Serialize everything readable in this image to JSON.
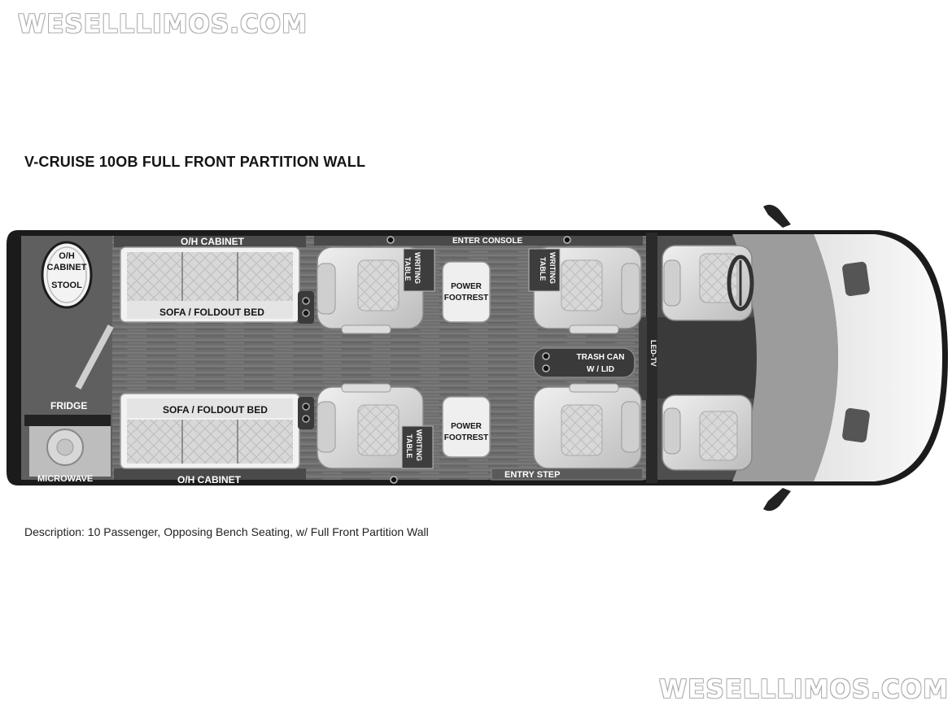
{
  "watermark": "WESELLLIMOS.COM",
  "title": "V-CRUISE 10OB FULL FRONT PARTITION WALL",
  "description": "Description: 10 Passenger, Opposing Bench Seating, w/ Full Front Partition Wall",
  "labels": {
    "oh_cabinet_line1": "O/H",
    "oh_cabinet_line2": "CABINET",
    "stool": "STOOL",
    "oh_cabinet_top": "O/H CABINET",
    "oh_cabinet_bottom": "O/H CABINET",
    "sofa_top": "SOFA / FOLDOUT BED",
    "sofa_bottom": "SOFA / FOLDOUT BED",
    "enter_console": "ENTER CONSOLE",
    "writing_line1": "WRITING",
    "writing_line2": "TABLE",
    "power_line1": "POWER",
    "power_line2": "FOOTREST",
    "trash_line1": "TRASH CAN",
    "trash_line2": "W / LID",
    "led_tv": "LED-TV",
    "fridge": "FRIDGE",
    "microwave": "MICROWAVE",
    "entry_step": "ENTRY STEP"
  },
  "colors": {
    "floor": "#6f6f6f",
    "body": "#1e1e1e",
    "seat": "#d6d6d6",
    "cab": "#9a9a9a"
  }
}
